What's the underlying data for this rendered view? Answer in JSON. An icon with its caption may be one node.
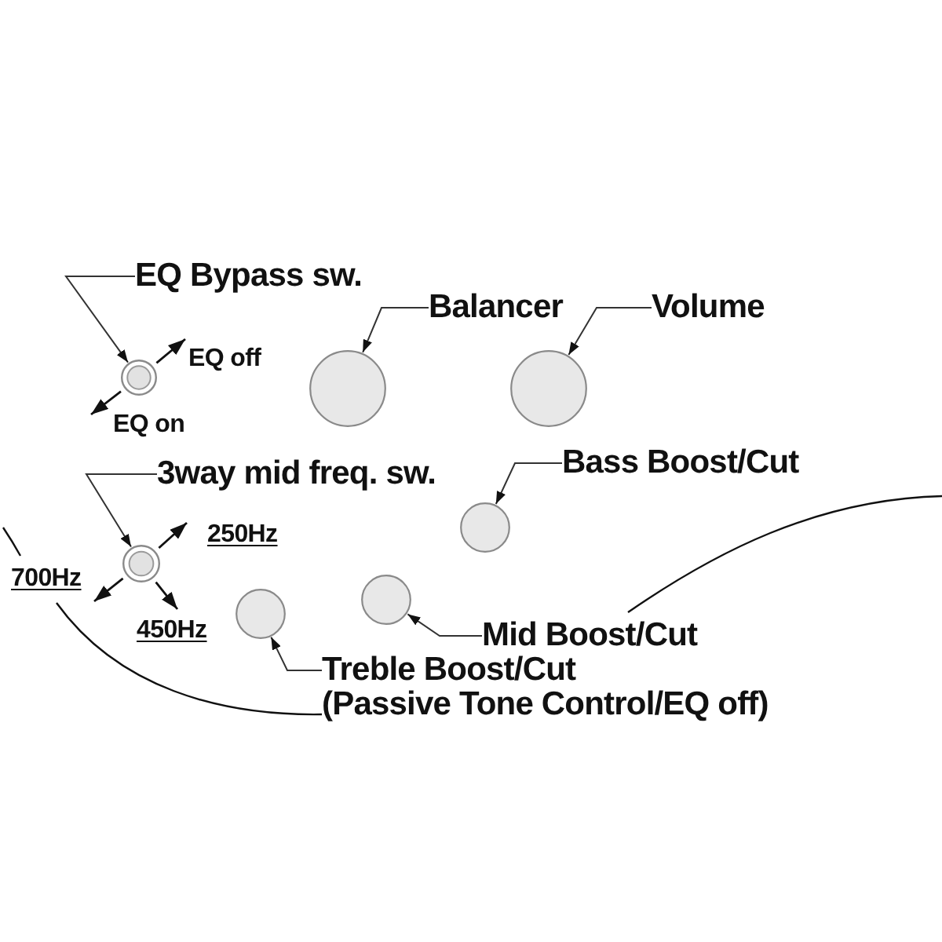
{
  "diagram": {
    "nodes": [
      {
        "text": [
          "EQ Bypass sw."
        ]
      },
      {
        "text": [
          "Balancer"
        ]
      },
      {
        "text": [
          "Volume"
        ]
      },
      {
        "text": [],
        "shape": "circle",
        "beside": [
          "EQ off",
          "EQ on"
        ]
      },
      {
        "text": [],
        "shape": "circle"
      },
      {
        "text": [],
        "shape": "circle"
      },
      {
        "text": [
          "Bass Boost/Cut"
        ]
      },
      {
        "text": [
          "3way mid freq. sw."
        ]
      },
      {
        "text": [],
        "shape": "circle"
      },
      {
        "text": [],
        "shape": "circle",
        "beside": [
          "250Hz",
          "700Hz",
          "450Hz"
        ]
      },
      {
        "text": [],
        "shape": "circle"
      },
      {
        "text": [],
        "shape": "circle"
      },
      {
        "text": [
          "Mid Boost/Cut"
        ]
      },
      {
        "text": [
          "Treble Boost/Cut",
          "(Passive Tone Control/EQ off)"
        ]
      }
    ],
    "edges": [
      {
        "from": 0,
        "to": 3,
        "arrow": "to"
      },
      {
        "from": 1,
        "to": 4,
        "arrow": "to"
      },
      {
        "from": 2,
        "to": 5,
        "arrow": "to"
      },
      {
        "from": 6,
        "to": 8,
        "arrow": "to"
      },
      {
        "from": 7,
        "to": 9,
        "arrow": "to"
      },
      {
        "from": 12,
        "to": 10,
        "arrow": "to"
      },
      {
        "from": 13,
        "to": 11,
        "arrow": "to"
      }
    ]
  }
}
